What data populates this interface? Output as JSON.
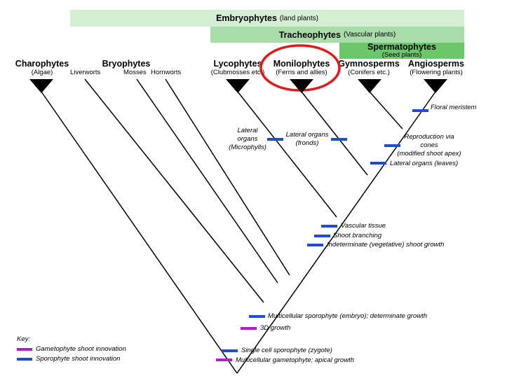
{
  "bands": {
    "embryophytes": {
      "name": "Embryophytes",
      "desc": "(land plants)"
    },
    "tracheophytes": {
      "name": "Tracheophytes",
      "desc": "(Vascular plants)"
    },
    "spermatophytes": {
      "name": "Spermatophytes",
      "desc": "(Seed plants)"
    }
  },
  "taxa": {
    "charophytes": {
      "name": "Charophytes",
      "desc": "(Algae)"
    },
    "bryophytes": {
      "name": "Bryophytes",
      "subgroups": [
        "Liverworts",
        "Mosses",
        "Hornworts"
      ]
    },
    "lycophytes": {
      "name": "Lycophytes",
      "desc": "(Clubmosses etc.)"
    },
    "monilophytes": {
      "name": "Monilophytes",
      "desc": "(Ferns and allies)"
    },
    "gymnosperms": {
      "name": "Gymnosperms",
      "desc": "(Conifers etc.)"
    },
    "angiosperms": {
      "name": "Angiosperms",
      "desc": "(Flowering plants)"
    }
  },
  "innovations": {
    "floral_meristem": "Floral meristem",
    "reproduction_cones": [
      "Reproduction via",
      "cones",
      "(modified shoot apex)"
    ],
    "lateral_leaves": "Lateral organs (leaves)",
    "lateral_fronds": [
      "Lateral organs",
      "(fronds)"
    ],
    "lateral_microphylls": [
      "Lateral",
      "organs",
      "(Microphylls)"
    ],
    "vascular_tissue": "Vascular tissue",
    "shoot_branching": "Shoot branching",
    "indeterminate_growth": "Indeterminate (vegetative) shoot growth",
    "multicellular_sporophyte": "Multicellular sporophyte (embryo); determinate growth",
    "growth_3d": "3D growth",
    "single_cell_sporophyte": "Single cell sporophyte (zygote)",
    "multicellular_gametophyte": "Multicellular gametophyte; apical growth"
  },
  "key": {
    "title": "Key:",
    "gametophyte": "Gametophyte shoot innovation",
    "sporophyte": "Sporophyte shoot innovation"
  },
  "colors": {
    "sporophyte_marker": "#1a4fd6",
    "gametophyte_marker": "#b21fcf",
    "highlight_circle": "#e01919",
    "embryophytes_band": "#d5efd5",
    "tracheophytes_band": "#a8dca8",
    "spermatophytes_band": "#6ac76a"
  }
}
